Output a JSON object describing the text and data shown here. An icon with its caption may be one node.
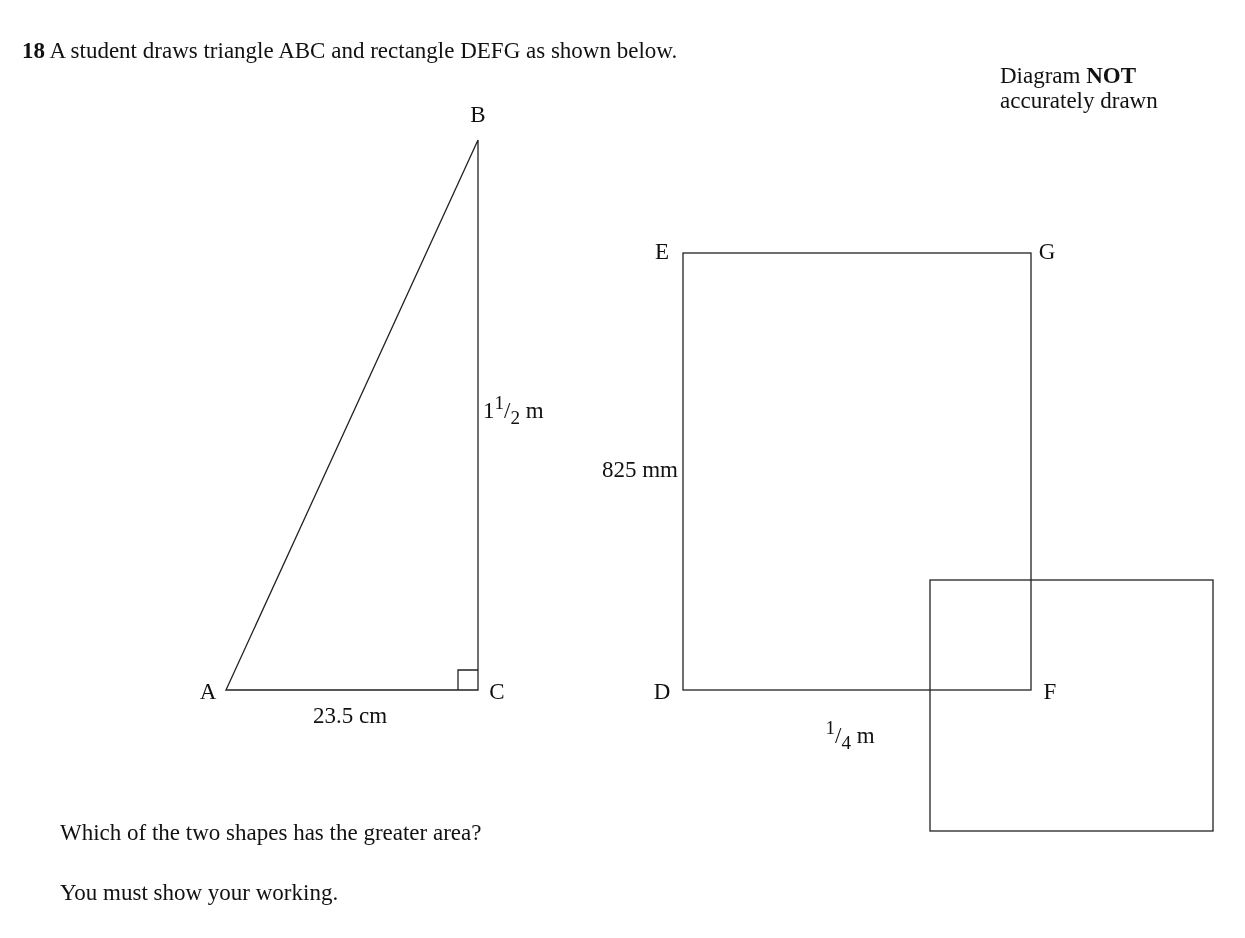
{
  "diagram": {
    "title": "**18** A student draws triangle ABC and rectangle DEFG as shown below.",
    "labels": [
      "Diagram **NOT** accurately drawn",
      "B",
      "E",
      "G",
      "1$^{1}$/$_{2}$ m",
      "825 mm",
      "A",
      "C",
      "D",
      "F",
      "23.5 cm",
      "$^{1}$/$_{4}$ m",
      "Which of the two shapes has the greater area?",
      "You must show your working."
    ]
  }
}
